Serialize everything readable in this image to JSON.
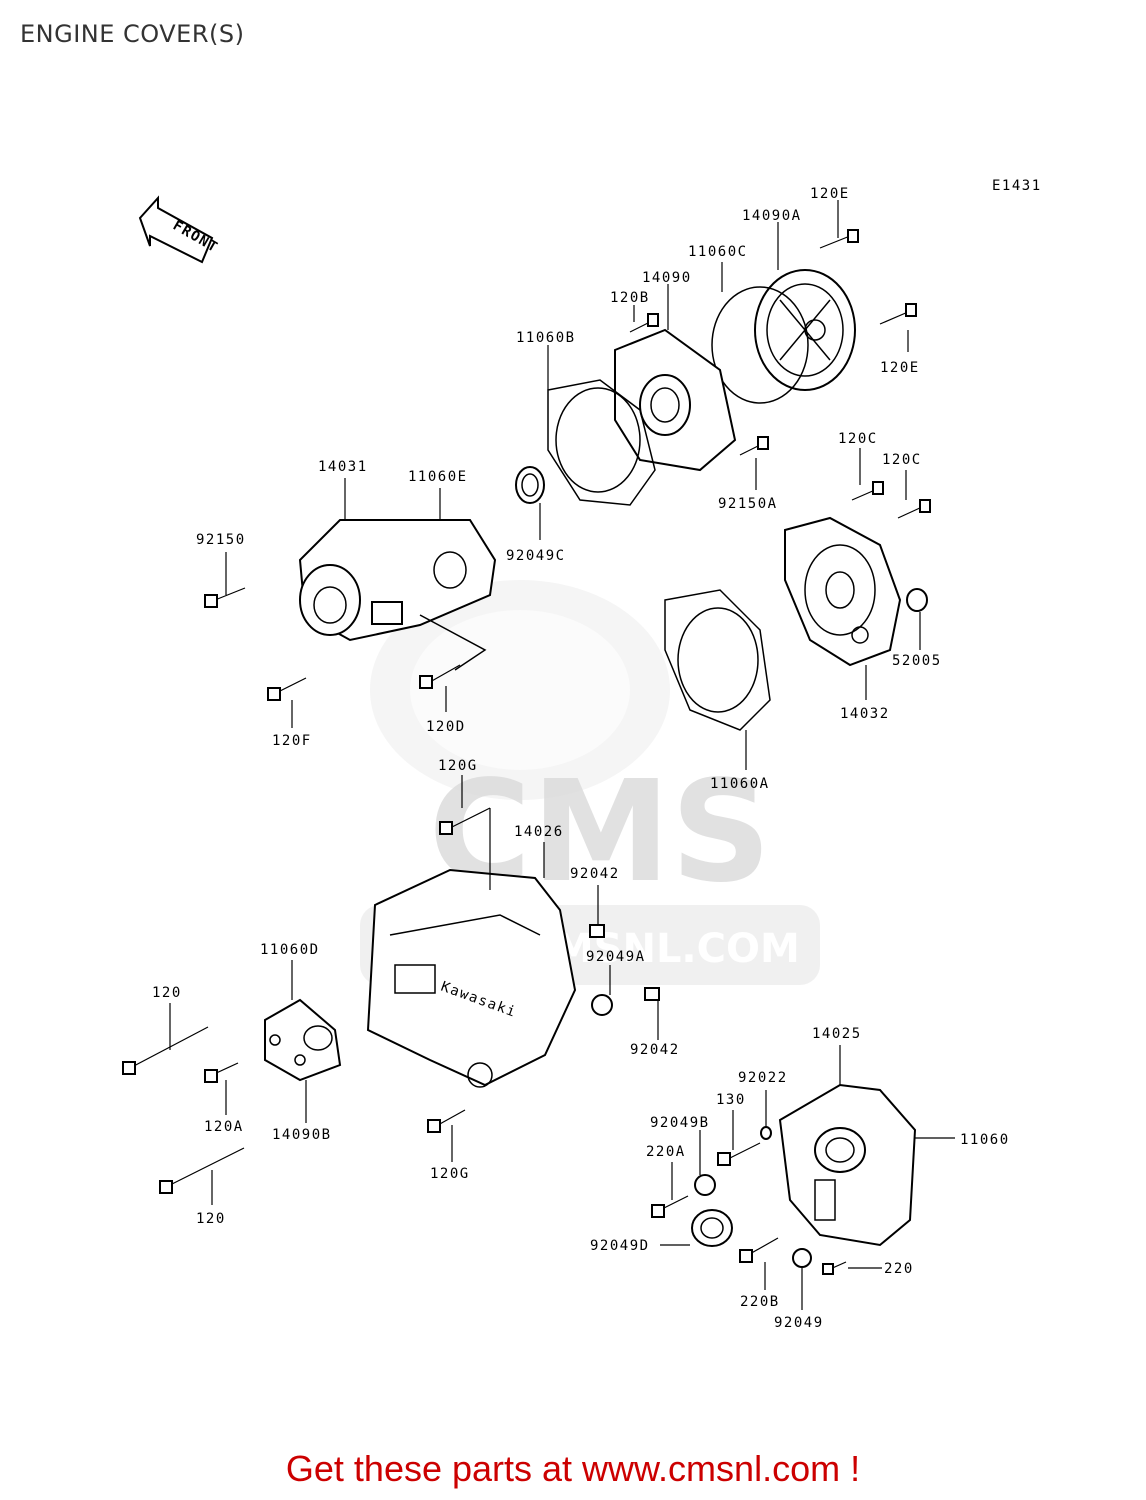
{
  "page": {
    "title": "ENGINE COVER(S)"
  },
  "diagram": {
    "code": "E1431",
    "front_arrow_label": "FRONT",
    "watermark_brand": "CMS",
    "watermark_url": "WWW.CMSNL.COM",
    "part_labels": {
      "p120E_top": "120E",
      "p14090A": "14090A",
      "p11060C": "11060C",
      "p14090": "14090",
      "p120B": "120B",
      "p11060B": "11060B",
      "p120E_right": "120E",
      "p92150A": "92150A",
      "p120C_a": "120C",
      "p120C_b": "120C",
      "p14031": "14031",
      "p11060E": "11060E",
      "p92049C": "92049C",
      "p92150": "92150",
      "p52005": "52005",
      "p14032": "14032",
      "p120F": "120F",
      "p120D": "120D",
      "p11060A": "11060A",
      "p120G_top": "120G",
      "p14026": "14026",
      "p92042_a": "92042",
      "p92049A": "92049A",
      "p11060D": "11060D",
      "p120_a": "120",
      "p92042_b": "92042",
      "p14025": "14025",
      "p92022": "92022",
      "p130": "130",
      "p120A": "120A",
      "p14090B": "14090B",
      "p92049B": "92049B",
      "p11060": "11060",
      "p220A": "220A",
      "p120G_bottom": "120G",
      "p120_b": "120",
      "p92049D": "92049D",
      "p220": "220",
      "p220B": "220B",
      "p92049": "92049"
    }
  },
  "footer": {
    "link_text": "Get these parts at www.cmsnl.com !"
  },
  "colors": {
    "footer_text": "#cc0000",
    "watermark": "#dcdcdc",
    "line": "#000000"
  }
}
